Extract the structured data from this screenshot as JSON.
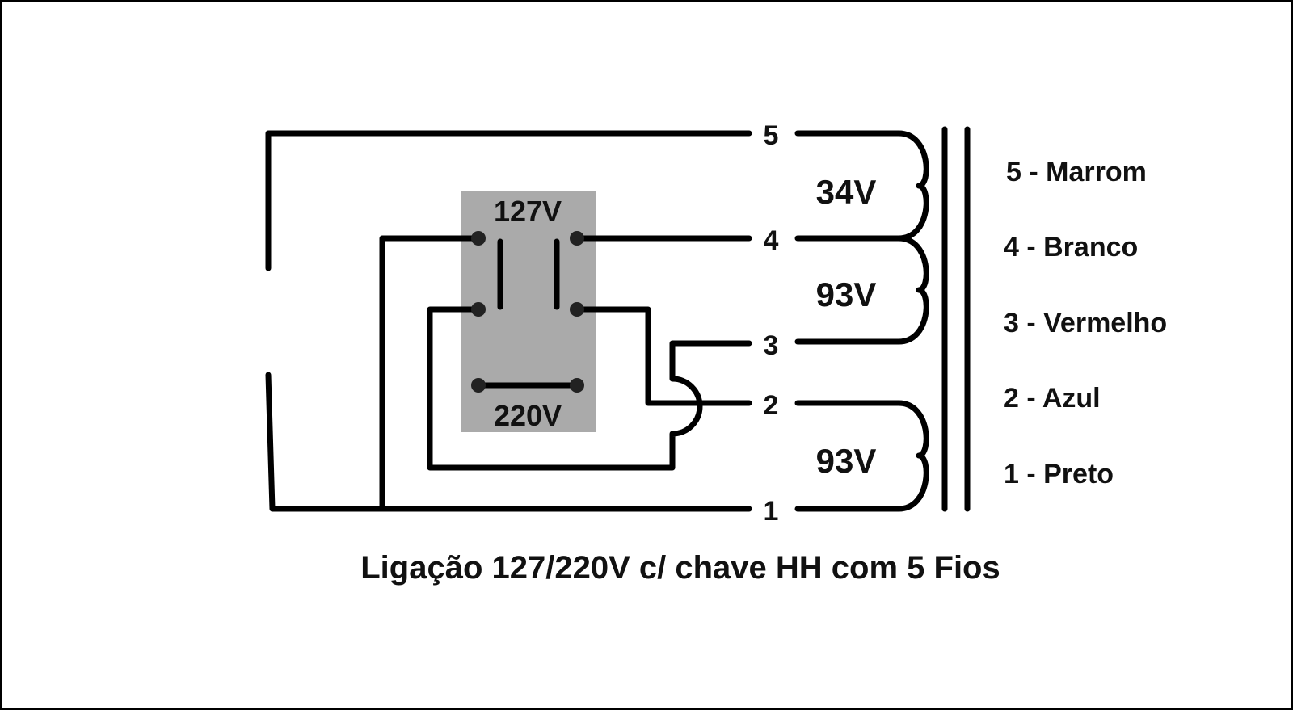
{
  "switch": {
    "label_127": "127V",
    "label_220": "220V",
    "box_color": "#aaaaaa"
  },
  "terminals": [
    "5",
    "4",
    "3",
    "2",
    "1"
  ],
  "windings": [
    {
      "between": "5-4",
      "voltage": "34V"
    },
    {
      "between": "4-3",
      "voltage": "93V"
    },
    {
      "between": "2-1",
      "voltage": "93V"
    }
  ],
  "legend": [
    "5 - Marrom",
    "4 - Branco",
    "3 - Vermelho",
    "2 - Azul",
    "1 - Preto"
  ],
  "title": "Ligação 127/220V c/ chave HH com 5 Fios"
}
